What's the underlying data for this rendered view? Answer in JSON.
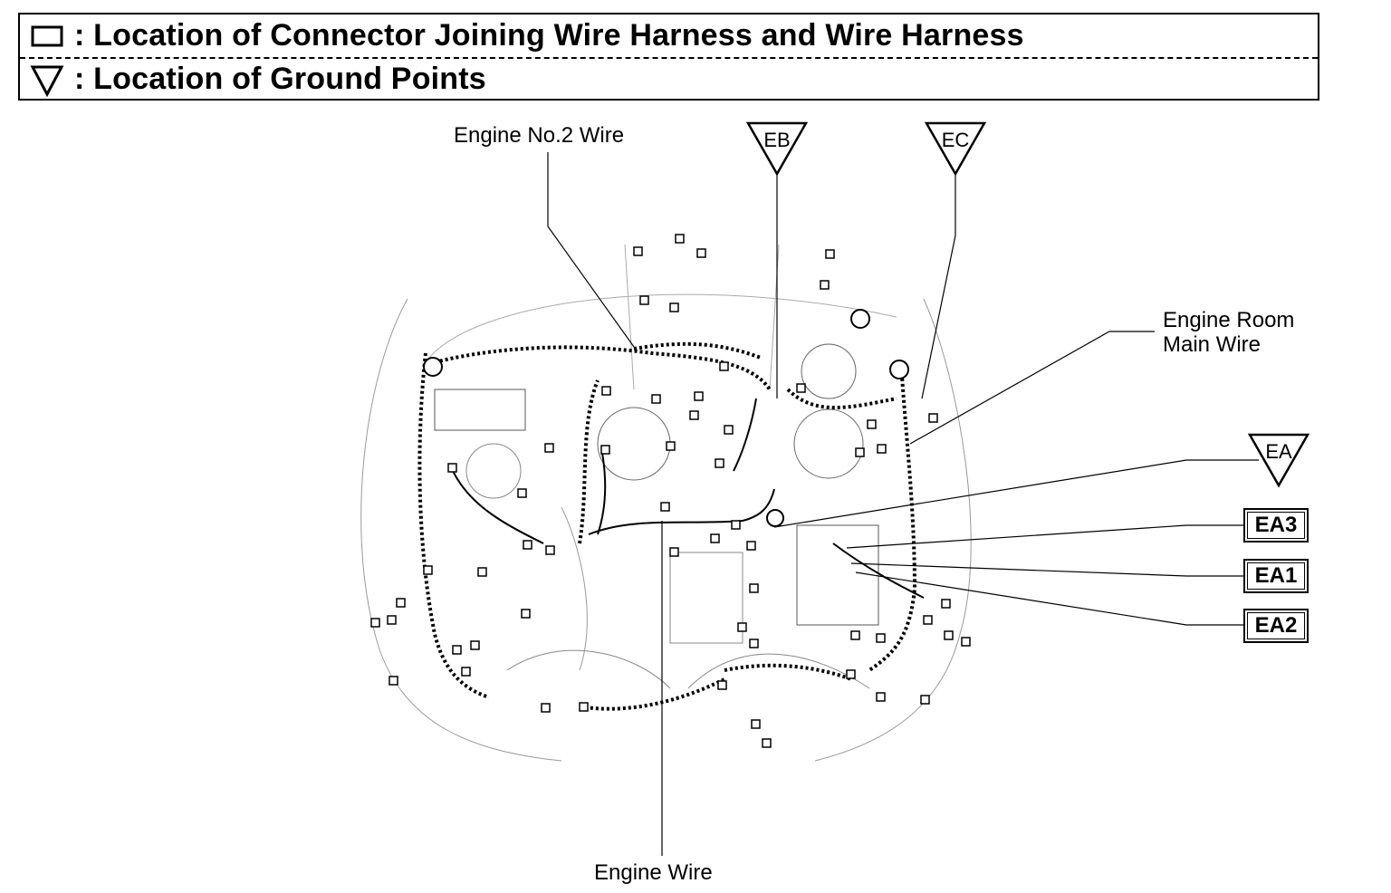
{
  "legend": {
    "connector_text": ": Location of Connector Joining Wire Harness and Wire Harness",
    "ground_text": ": Location of Ground Points"
  },
  "wires": {
    "engine_no2": "Engine No.2 Wire",
    "engine_room_main_line1": "Engine Room",
    "engine_room_main_line2": "Main Wire",
    "engine": "Engine Wire"
  },
  "ground_points": [
    "EB",
    "EC",
    "EA"
  ],
  "connectors": [
    "EA3",
    "EA1",
    "EA2"
  ]
}
